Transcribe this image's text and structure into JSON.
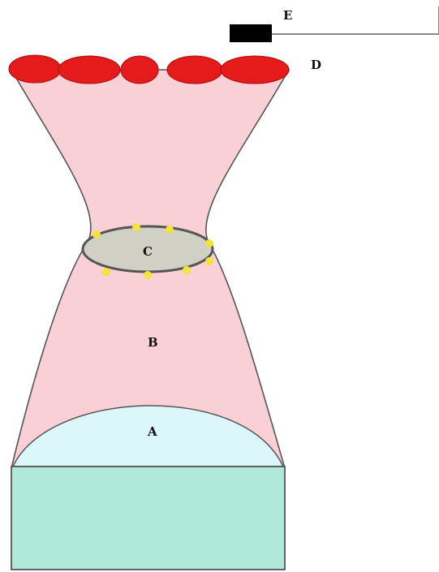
{
  "labels": {
    "a": "A",
    "b": "B",
    "c": "C",
    "d": "D",
    "e": "E"
  },
  "colors": {
    "background": "#ffffff",
    "base_block": "#aee8d6",
    "dome": "#dcf7fa",
    "body_funnel": "#f8d0d6",
    "ring": "#d0d0c4",
    "ring_dots": "#f3e33a",
    "cells_top": "#e51a1a",
    "bar": "#000000",
    "outline": "#555555"
  },
  "icons": {
    "ring_marker": "star-dot",
    "top_cells": "red-ellipse",
    "line_end": "black-bar"
  }
}
